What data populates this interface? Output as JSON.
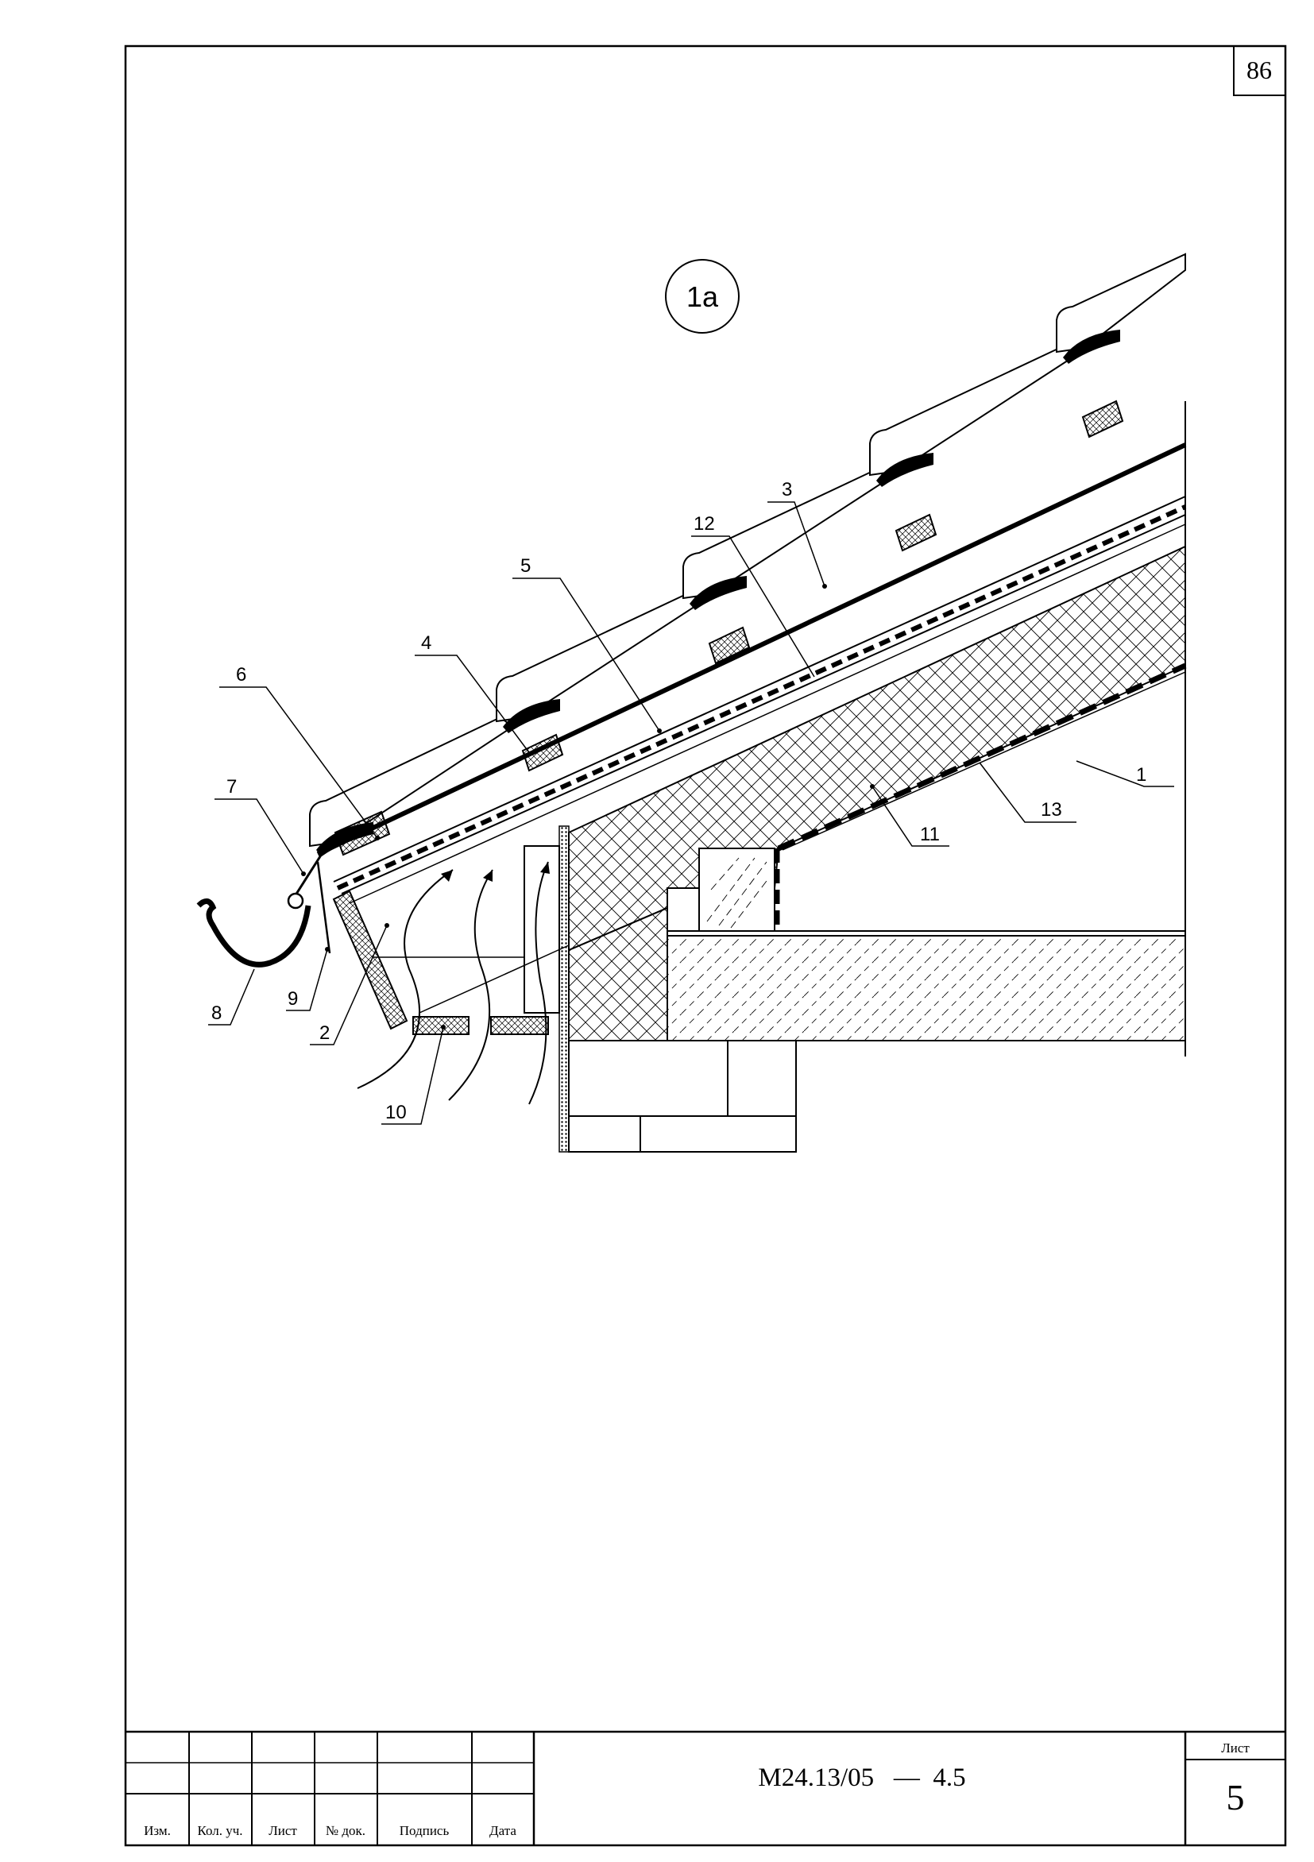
{
  "page_number": "86",
  "detail_callout": "1а",
  "labels": [
    {
      "id": "1",
      "text": "1"
    },
    {
      "id": "2",
      "text": "2"
    },
    {
      "id": "3",
      "text": "3"
    },
    {
      "id": "4",
      "text": "4"
    },
    {
      "id": "5",
      "text": "5"
    },
    {
      "id": "6",
      "text": "6"
    },
    {
      "id": "7",
      "text": "7"
    },
    {
      "id": "8",
      "text": "8"
    },
    {
      "id": "9",
      "text": "9"
    },
    {
      "id": "10",
      "text": "10"
    },
    {
      "id": "11",
      "text": "11"
    },
    {
      "id": "12",
      "text": "12"
    },
    {
      "id": "13",
      "text": "13"
    }
  ],
  "title_block": {
    "columns": [
      "Изм.",
      "Кол. уч.",
      "Лист",
      "№ док.",
      "Подпись",
      "Дата"
    ],
    "document_code": "М24.13/05   —  4.5",
    "sheet_label": "Лист",
    "sheet_number": "5"
  }
}
